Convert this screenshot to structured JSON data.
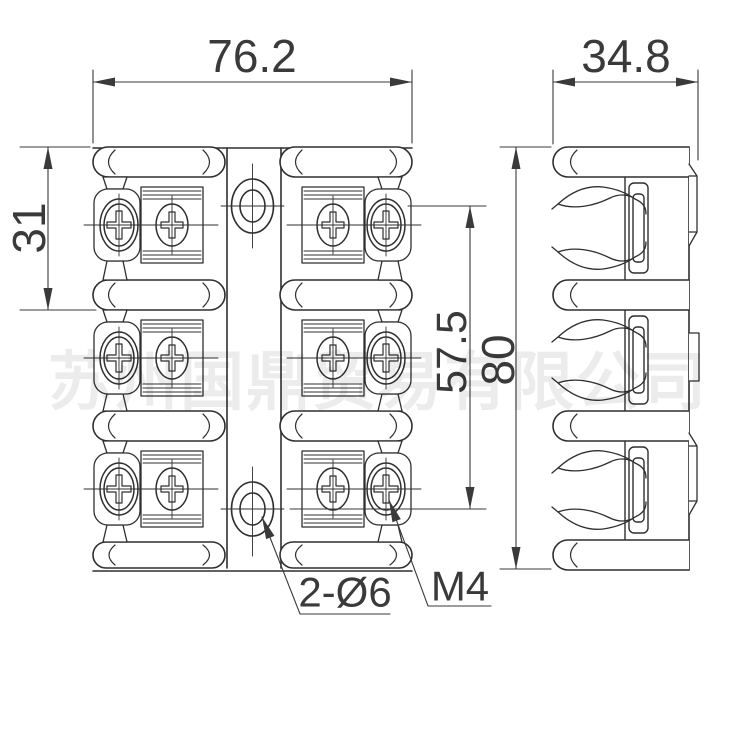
{
  "watermark": {
    "text": "苏州国鼎贸易有限公司"
  },
  "dimensions": {
    "front_width": "76.2",
    "side_width": "34.8",
    "pole_section_height": "31",
    "mount_hole_spacing": "57.5",
    "overall_height": "80"
  },
  "annotations": {
    "mounting_holes": "2-Ø6",
    "terminal_screw_thread": "M4"
  },
  "colors": {
    "line": "#2f2f2f",
    "background": "#ffffff"
  }
}
